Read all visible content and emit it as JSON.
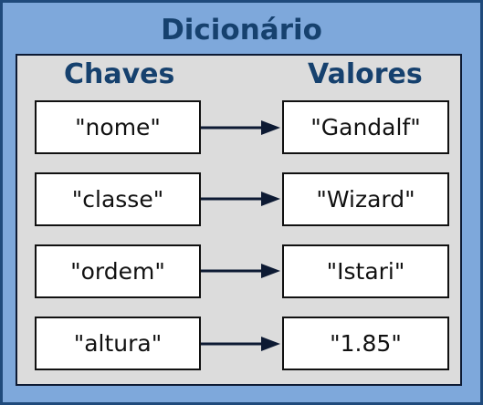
{
  "title": "Dicionário",
  "keys_header": "Chaves",
  "values_header": "Valores",
  "entries": [
    {
      "key": "\"nome\"",
      "value": "\"Gandalf\""
    },
    {
      "key": "\"classe\"",
      "value": "\"Wizard\""
    },
    {
      "key": "\"ordem\"",
      "value": "\"Istari\""
    },
    {
      "key": "\"altura\"",
      "value": "\"1.85\""
    }
  ],
  "colors": {
    "outer_background": "#7ea8db",
    "outer_border": "#1f4a7b",
    "panel_background": "#dcdcdc",
    "heading_text": "#16416e",
    "arrow": "#0d1a33"
  }
}
